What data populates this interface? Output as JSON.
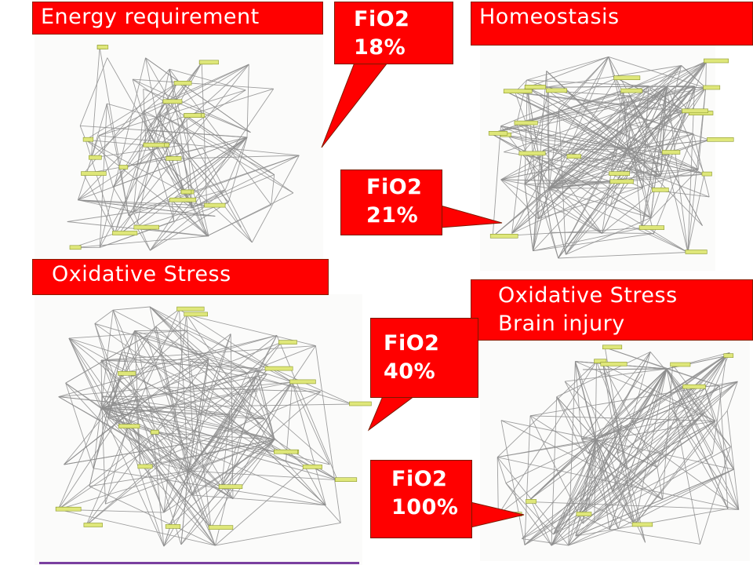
{
  "titles": {
    "energy": "Energy requirement",
    "homeostasis": "Homeostasis",
    "oxidative_stress": "Oxidative Stress",
    "oxidative_brain_line1": "Oxidative Stress",
    "oxidative_brain_line2": "Brain injury"
  },
  "callouts": [
    {
      "line1": "FiO2",
      "line2": "18%"
    },
    {
      "line1": "FiO2",
      "line2": "21%"
    },
    {
      "line1": "FiO2",
      "line2": "40%"
    },
    {
      "line1": "FiO2",
      "line2": "100%"
    }
  ],
  "colors": {
    "label_fill": "#ff0000",
    "label_text": "#ffffff",
    "edge": "#8e8e8e",
    "node_fill": "#dfe77a"
  }
}
